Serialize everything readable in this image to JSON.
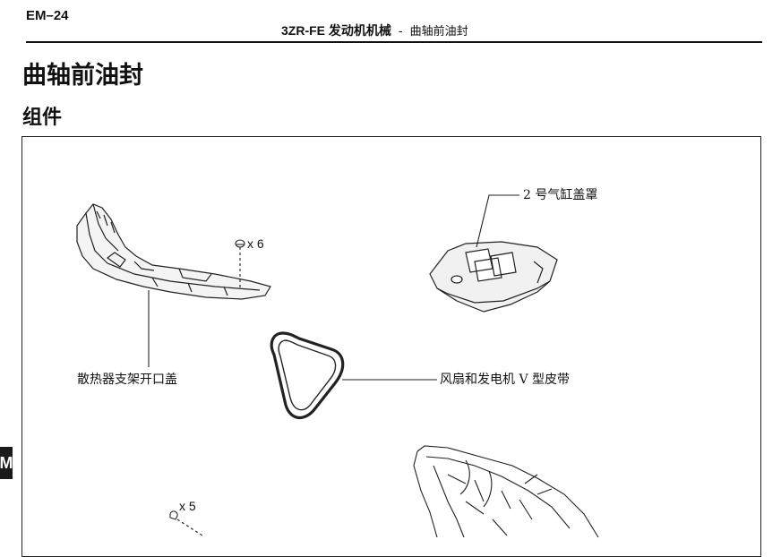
{
  "header": {
    "page_number": "EM–24",
    "model": "3ZR-FE 发动机机械",
    "separator": "-",
    "subsection": "曲轴前油封"
  },
  "title": "曲轴前油封",
  "section": "组件",
  "side_tab": "M",
  "diagram": {
    "labels": {
      "cylinder_head_cover": "2 号气缸盖罩",
      "radiator_support_cover": "散热器支架开口盖",
      "fan_belt": "风扇和发电机 V 型皮带"
    },
    "quantities": {
      "clip_top": "x 6",
      "clip_bottom": "x 5"
    }
  }
}
